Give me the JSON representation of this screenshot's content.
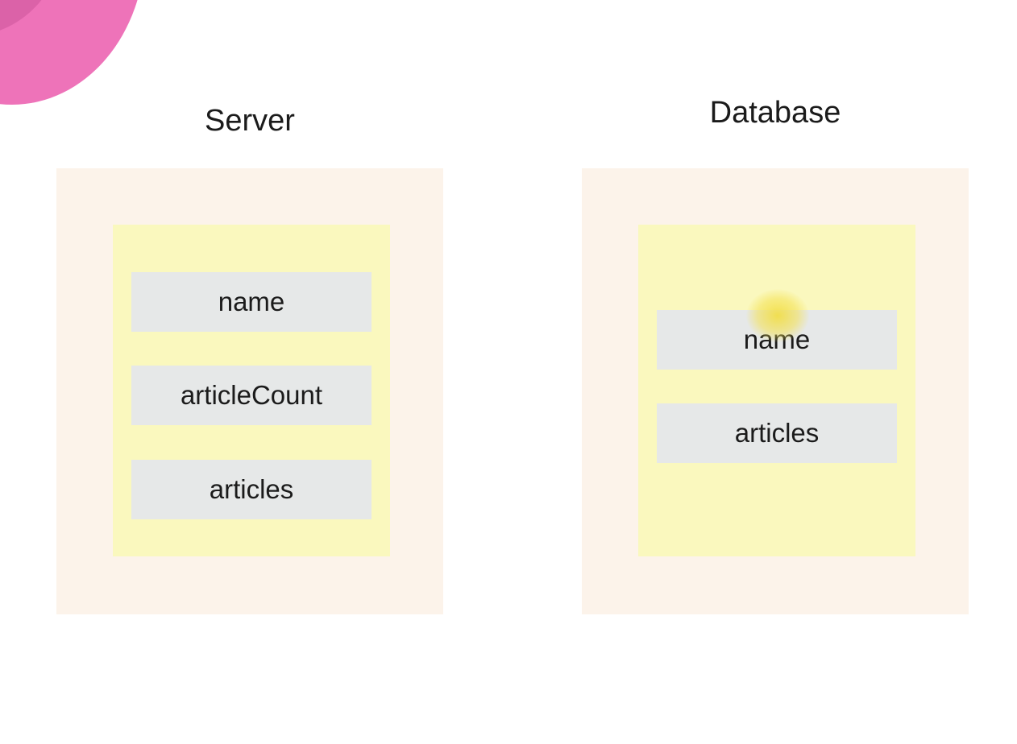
{
  "server": {
    "title": "Server",
    "fields": [
      "name",
      "articleCount",
      "articles"
    ]
  },
  "database": {
    "title": "Database",
    "fields": [
      "name",
      "articles"
    ]
  },
  "colors": {
    "outer_box": "#fcf3ea",
    "inner_box": "#faf8be",
    "field_box": "#e6e8e8",
    "corner_shape": "#ee73b9",
    "cursor_highlight": "#f2dd3c"
  }
}
